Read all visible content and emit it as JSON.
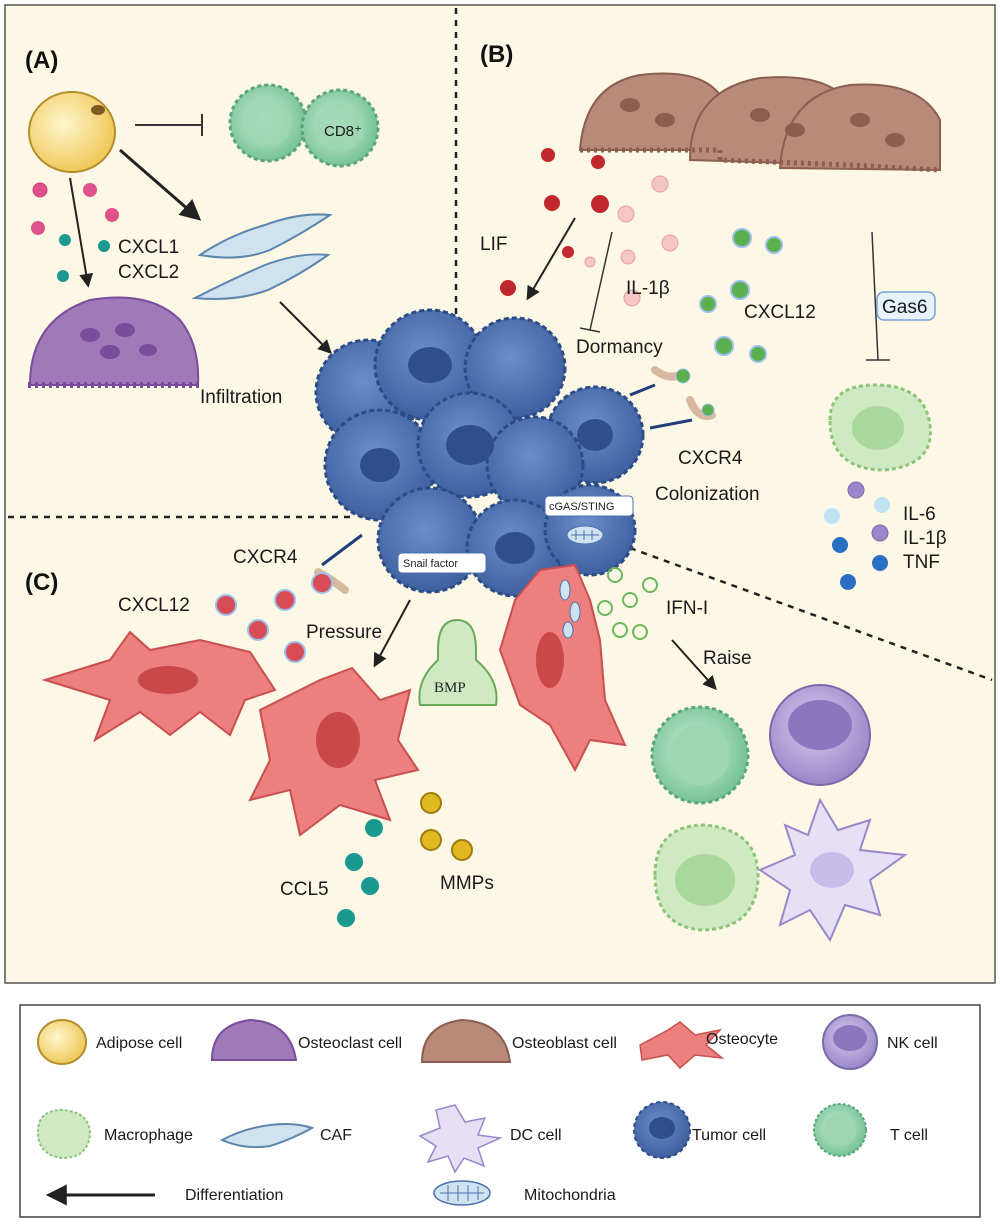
{
  "panels": {
    "a": "(A)",
    "b": "(B)",
    "c": "(C)"
  },
  "panel_a": {
    "cd8_label": "CD8⁺",
    "cxcl1": "CXCL1",
    "cxcl2": "CXCL2",
    "infiltration": "Infiltration"
  },
  "panel_b": {
    "lif": "LIF",
    "il1b": "IL-1β",
    "dormancy": "Dormancy",
    "cxcl12": "CXCL12",
    "gas6": "Gas6",
    "cxcr4": "CXCR4",
    "colonization": "Colonization",
    "il6": "IL-6",
    "il1b_2": "IL-1β",
    "tnf": "TNF"
  },
  "panel_c": {
    "cxcr4": "CXCR4",
    "cxcl12": "CXCL12",
    "pressure": "Pressure",
    "snail": "Snail factor",
    "cgas": "cGAS/STING",
    "bmp": "BMP",
    "ifn": "IFN-I",
    "raise": "Raise",
    "ccl5": "CCL5",
    "mmps": "MMPs"
  },
  "legend": {
    "adipose": "Adipose cell",
    "osteoclast": "Osteoclast cell",
    "osteoblast": "Osteoblast cell",
    "osteocyte": "Osteocyte",
    "nk": "NK cell",
    "macrophage": "Macrophage",
    "caf": "CAF",
    "dc": "DC cell",
    "tumor": "Tumor cell",
    "tcell": "T cell",
    "differentiation": "Differentiation",
    "mitochondria": "Mitochondria"
  },
  "colors": {
    "background": "#fdf8e6",
    "adipose": "#f6d77a",
    "osteoclast": "#a07ab8",
    "osteoblast": "#b98a7a",
    "osteocyte": "#ee7f7f",
    "tumor": "#4d70ad",
    "tcell": "#8fcfa8",
    "macrophage": "#cfeac2",
    "caf": "#cfe2f0",
    "nk": "#b7a5d6",
    "dc": "#e5e0f5",
    "cxcl12_dot": "#5ab04e",
    "lif_dot": "#c0282d",
    "ccl5_dot": "#1a9a8e",
    "mmp_dot": "#e0b820",
    "il6_dot": "#bfe3f2",
    "tnf_dot": "#2b6fc4"
  }
}
